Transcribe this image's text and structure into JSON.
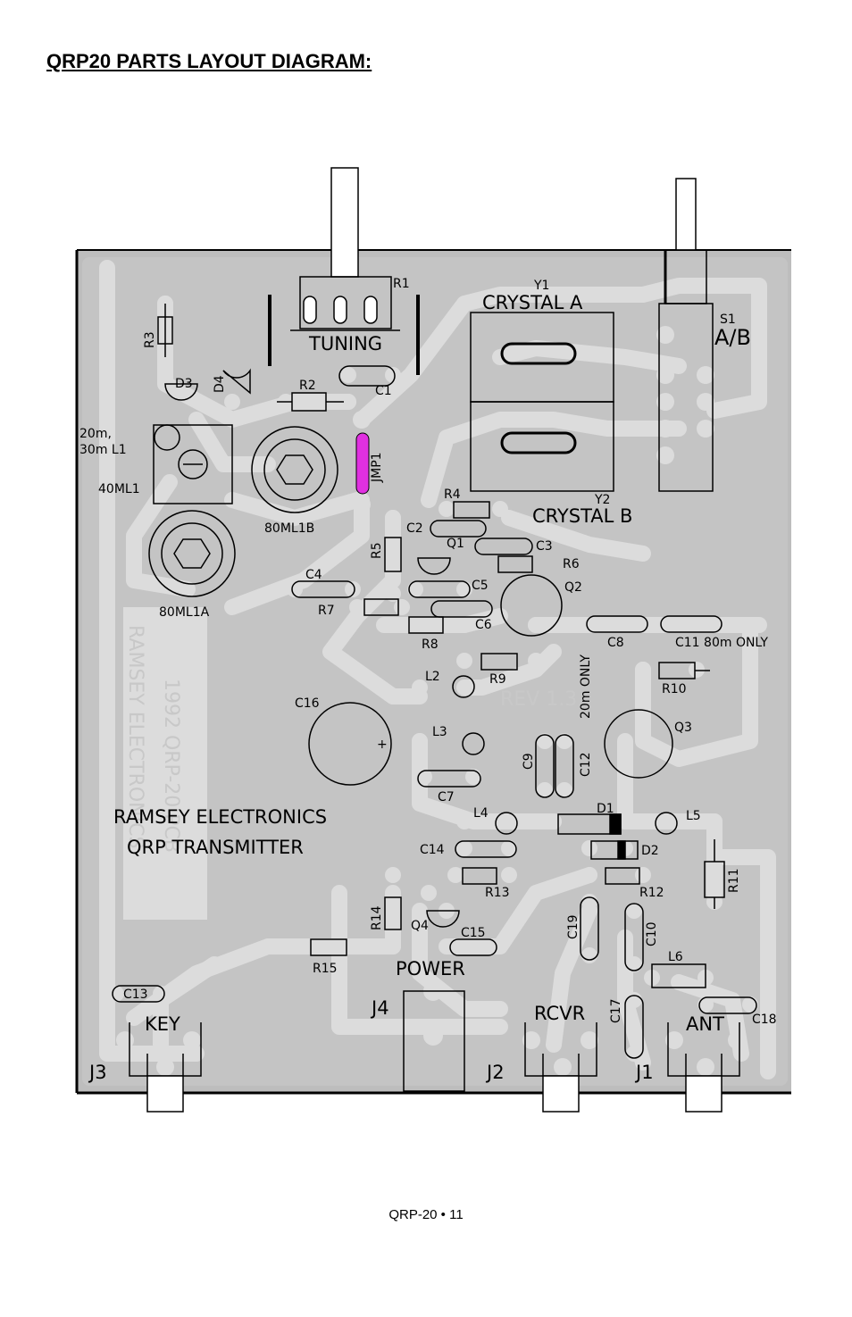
{
  "title": "QRP20 PARTS LAYOUT DIAGRAM:",
  "footer": "QRP-20 • 11",
  "board": {
    "label_line1": "RAMSEY ELECTRONICS",
    "label_line2": "QRP TRANSMITTER",
    "rev": "REV 1.3",
    "mirrored_text": [
      "RAMSEY ELECTRONICS",
      "1992  QRP-20 PCB"
    ]
  },
  "components": {
    "r1": "R1",
    "tuning": "TUNING",
    "r3": "R3",
    "d3": "D3",
    "d4": "D4",
    "r2": "R2",
    "c1": "C1",
    "y1": "Y1",
    "crystal_a": "CRYSTAL A",
    "s1": "S1",
    "ab": "A/B",
    "l1_line1": "20m,",
    "l1_line2": "30m L1",
    "ml1_40": "40ML1",
    "ml1b_80": "80ML1B",
    "ml1a_80": "80ML1A",
    "jmp1": "JMP1",
    "r4": "R4",
    "y2": "Y2",
    "crystal_b": "CRYSTAL B",
    "c2": "C2",
    "q1": "Q1",
    "c3": "C3",
    "r5": "R5",
    "r6": "R6",
    "q2": "Q2",
    "c4": "C4",
    "c5": "C5",
    "r7": "R7",
    "c6": "C6",
    "r8": "R8",
    "c8": "C8",
    "c11": "C11 80m ONLY",
    "l2": "L2",
    "r9": "R9",
    "r10": "R10",
    "c12_note": "20m ONLY",
    "c16": "C16",
    "l3": "L3",
    "q3": "Q3",
    "c9": "C9",
    "c12": "C12",
    "c7": "C7",
    "l4": "L4",
    "d1": "D1",
    "l5": "L5",
    "d2": "D2",
    "c14": "C14",
    "r13": "R13",
    "r12": "R12",
    "r11": "R11",
    "r14": "R14",
    "q4": "Q4",
    "c15": "C15",
    "c19": "C19",
    "c10": "C10",
    "r15": "R15",
    "power": "POWER",
    "l6": "L6",
    "c13": "C13",
    "j4": "J4",
    "rcvr": "RCVR",
    "c17": "C17",
    "ant": "ANT",
    "c18": "C18",
    "key": "KEY",
    "j3": "J3",
    "j2": "J2",
    "j1": "J1"
  },
  "colors": {
    "board": "#bdbdbd",
    "trace": "#d9d9d9",
    "jumper": "#e030e0"
  }
}
